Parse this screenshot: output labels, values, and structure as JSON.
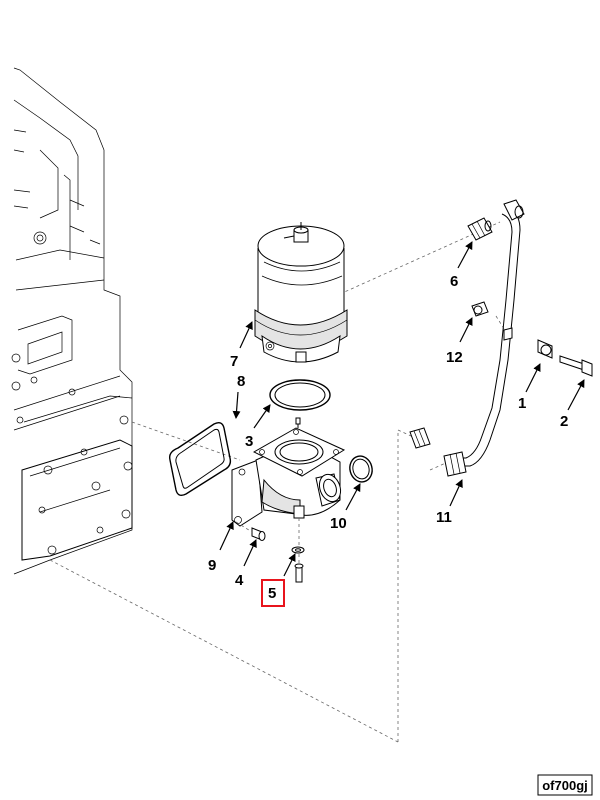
{
  "callouts": [
    {
      "id": "1",
      "highlighted": false
    },
    {
      "id": "2",
      "highlighted": false
    },
    {
      "id": "3",
      "highlighted": false
    },
    {
      "id": "4",
      "highlighted": false
    },
    {
      "id": "5",
      "highlighted": true
    },
    {
      "id": "6",
      "highlighted": false
    },
    {
      "id": "7",
      "highlighted": false
    },
    {
      "id": "8",
      "highlighted": false
    },
    {
      "id": "9",
      "highlighted": false
    },
    {
      "id": "10",
      "highlighted": false
    },
    {
      "id": "11",
      "highlighted": false
    },
    {
      "id": "12",
      "highlighted": false
    }
  ],
  "highlight_color": "#e8141c",
  "figure_reference": "of700gj"
}
